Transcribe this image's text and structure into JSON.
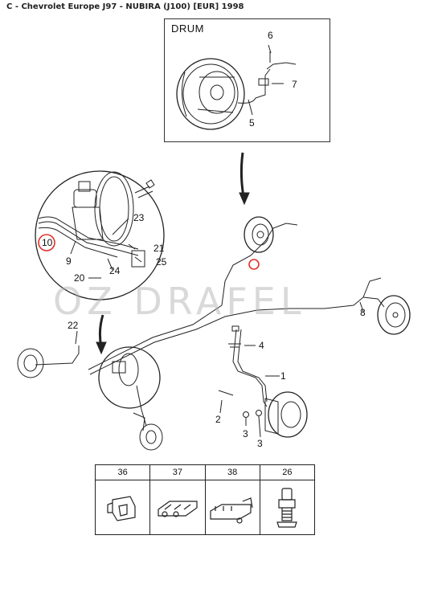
{
  "header": {
    "title": "C - Chevrolet Europe J97 - NUBIRA (J100) [EUR] 1998"
  },
  "drum_box": {
    "title": "DRUM"
  },
  "watermark": {
    "text": "OZ DRAFEL"
  },
  "callouts": {
    "c6": "6",
    "c7": "7",
    "c5": "5",
    "c10": "10",
    "c9": "9",
    "c23": "23",
    "c21": "21",
    "c25": "25",
    "c24": "24",
    "c20": "20",
    "c22": "22",
    "c8": "8",
    "c4": "4",
    "c1": "1",
    "c2": "2",
    "c3a": "3",
    "c3b": "3"
  },
  "parts_table": [
    {
      "number": "36",
      "icon": "clip-36-icon"
    },
    {
      "number": "37",
      "icon": "clip-37-icon"
    },
    {
      "number": "38",
      "icon": "clip-38-icon"
    },
    {
      "number": "26",
      "icon": "bleed-screw-26-icon"
    }
  ],
  "colors": {
    "highlight": "#e0302a",
    "line": "#222222"
  }
}
